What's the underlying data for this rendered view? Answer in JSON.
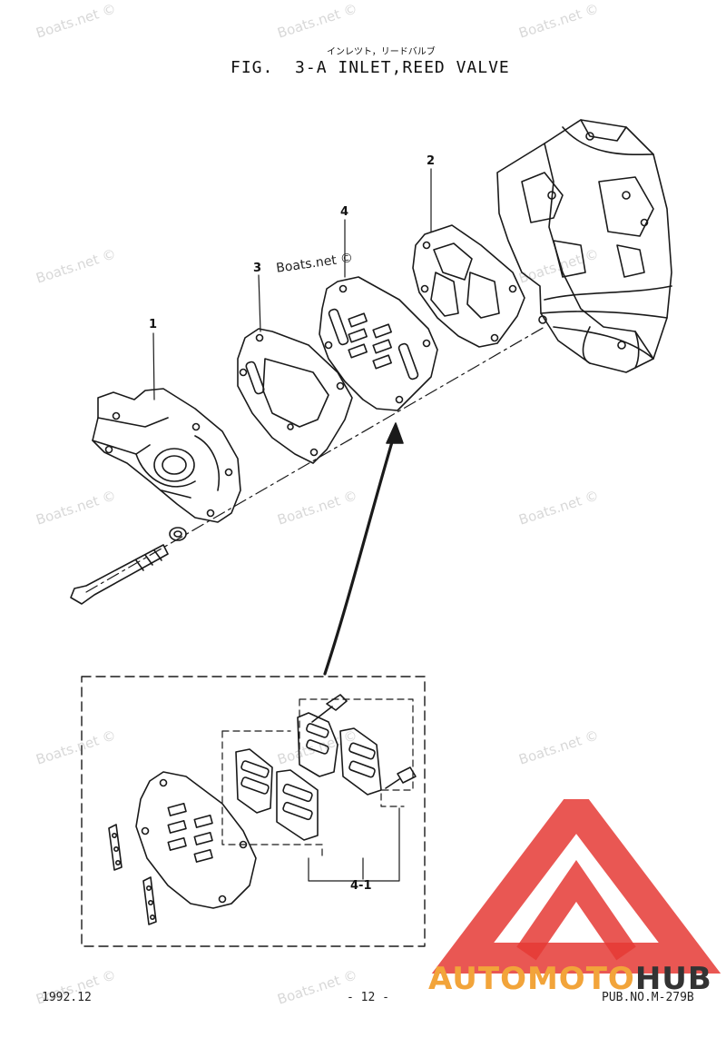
{
  "header": {
    "subtitle_jp": "インレツト，リードバルブ",
    "title": "FIG.  3-A INLET,REED VALVE"
  },
  "callouts": {
    "part1": "1",
    "part2": "2",
    "part3": "3",
    "part4": "4",
    "part4_1": "4-1"
  },
  "watermark": {
    "text": "Boats.net ©",
    "inline_text": "Boats.net ©"
  },
  "footer": {
    "date": "1992.12",
    "page": "- 12 -",
    "pub_no": "PUB.NO.M-279B"
  },
  "brand": {
    "part_a": "AUTOMOTO",
    "part_b": "HUB",
    "colors": {
      "triangle": "#e53935",
      "accent": "#f2a43a",
      "dark": "#333333"
    }
  }
}
